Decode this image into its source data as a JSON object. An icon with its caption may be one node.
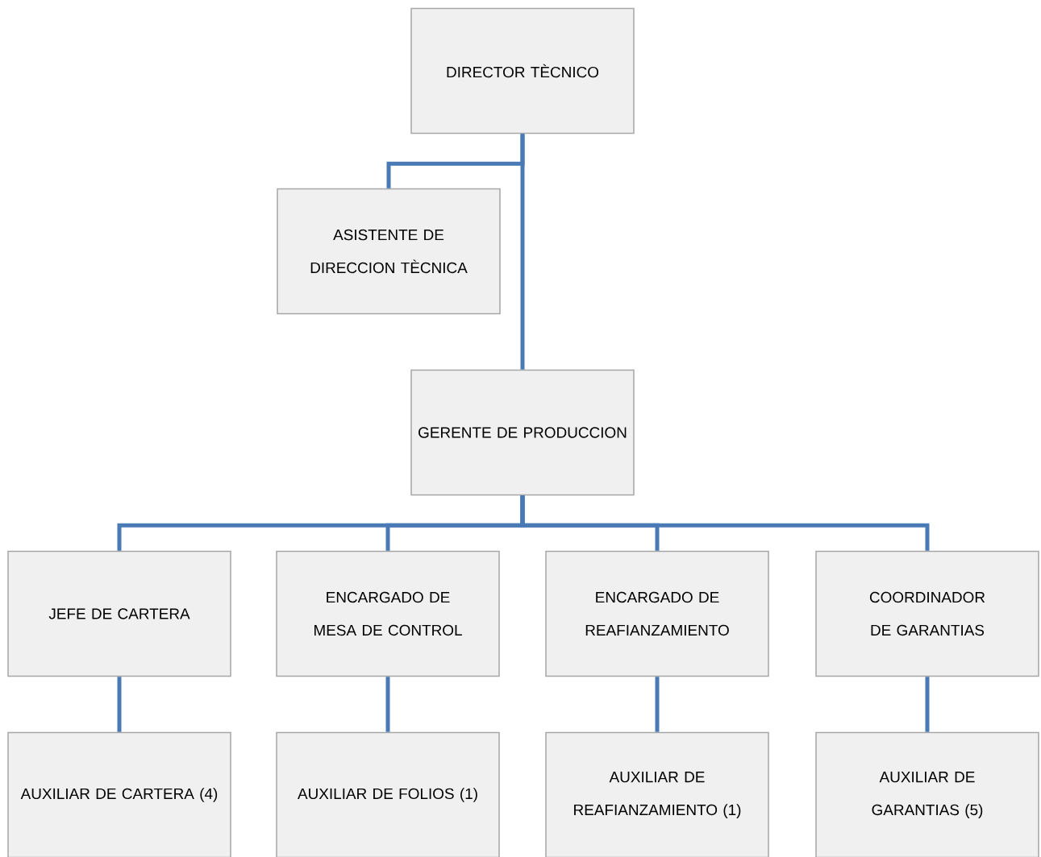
{
  "diagram": {
    "nodes": [
      {
        "text": [
          "DIRECTOR TÈCNICO"
        ]
      },
      {
        "text": [
          "ASISTENTE DE DIRECCION TÈCNICA"
        ]
      },
      {
        "text": [
          "GERENTE DE PRODUCCION"
        ]
      },
      {
        "text": [
          "JEFE DE CARTERA"
        ]
      },
      {
        "text": [
          "ENCARGADO DE MESA DE CONTROL"
        ]
      },
      {
        "text": [
          "ENCARGADO DE REAFIANZAMIENTO"
        ]
      },
      {
        "text": [
          "COORDINADOR DE GARANTIAS"
        ]
      },
      {
        "text": [
          "AUXILIAR DE CARTERA (4)"
        ]
      },
      {
        "text": [
          "AUXILIAR DE FOLIOS (1)"
        ]
      },
      {
        "text": [
          "AUXILIAR DE REAFIANZAMIENTO (1)"
        ]
      },
      {
        "text": [
          "AUXILIAR DE GARANTIAS (5)"
        ]
      }
    ],
    "edges": [
      {
        "from": 0,
        "to": 2,
        "arrow": "none"
      },
      {
        "from": 0,
        "to": 1,
        "arrow": "none"
      },
      {
        "from": 2,
        "to": 3,
        "arrow": "none"
      },
      {
        "from": 2,
        "to": 4,
        "arrow": "none"
      },
      {
        "from": 2,
        "to": 5,
        "arrow": "none"
      },
      {
        "from": 2,
        "to": 6,
        "arrow": "none"
      },
      {
        "from": 3,
        "to": 7,
        "arrow": "none"
      },
      {
        "from": 4,
        "to": 8,
        "arrow": "none"
      },
      {
        "from": 5,
        "to": 9,
        "arrow": "none"
      },
      {
        "from": 6,
        "to": 10,
        "arrow": "none"
      }
    ]
  }
}
